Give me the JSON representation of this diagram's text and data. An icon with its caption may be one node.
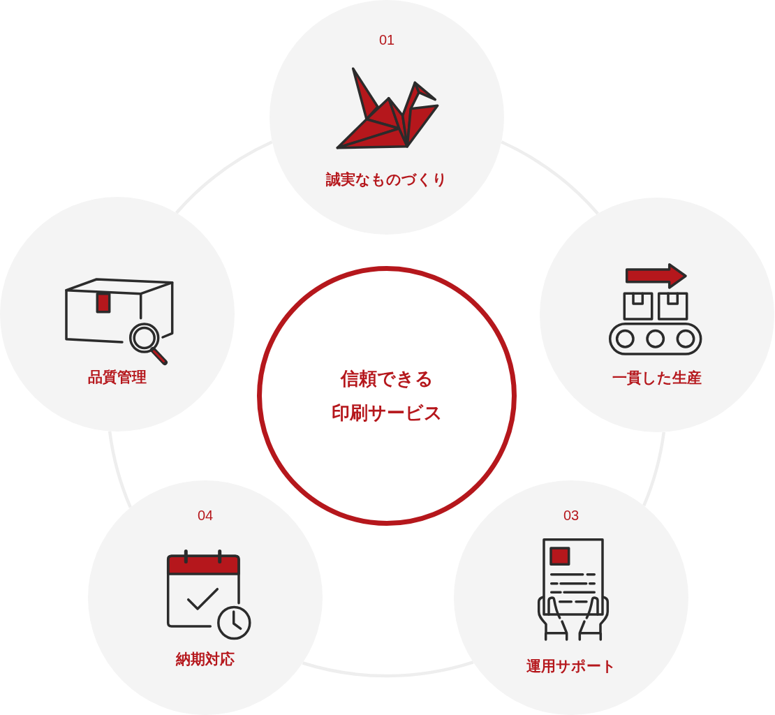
{
  "diagram": {
    "nodes": [
      {
        "text": [
          "01",
          "誠実なものづくり"
        ]
      },
      {
        "text": [
          "品質管理"
        ]
      },
      {
        "text": [
          "信頼できる印刷サービス"
        ]
      },
      {
        "text": [
          "一貫した生産"
        ]
      },
      {
        "text": [
          "04",
          "納期対応"
        ]
      },
      {
        "text": [
          "03",
          "運用サポート"
        ]
      }
    ],
    "edges": [
      {
        "from": 0,
        "to": 3,
        "arrow": "none"
      },
      {
        "from": 3,
        "to": 5,
        "arrow": "none"
      },
      {
        "from": 5,
        "to": 4,
        "arrow": "none"
      },
      {
        "from": 4,
        "to": 1,
        "arrow": "none"
      },
      {
        "from": 1,
        "to": 0,
        "arrow": "none"
      }
    ]
  }
}
